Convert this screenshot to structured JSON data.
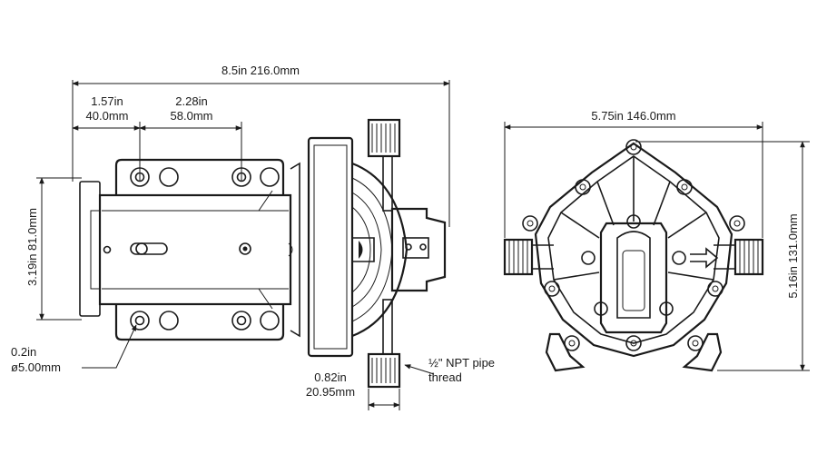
{
  "dimensions": {
    "side_overall_length": "8.5in 216.0mm",
    "side_hole_spacing_1_in": "1.57in",
    "side_hole_spacing_1_mm": "40.0mm",
    "side_hole_spacing_2_in": "2.28in",
    "side_hole_spacing_2_mm": "58.0mm",
    "side_height": "3.19in 81.0mm",
    "hole_diameter_in": "0.2in",
    "hole_diameter_mm": "ø5.00mm",
    "port_width_in": "0.82in",
    "port_width_mm": "20.95mm",
    "thread_note_line1": "½\" NPT pipe",
    "thread_note_line2": "thread",
    "front_width": "5.75in 146.0mm",
    "front_height": "5.16in 131.0mm"
  },
  "colors": {
    "ink": "#1a1a1a",
    "background": "#ffffff"
  }
}
